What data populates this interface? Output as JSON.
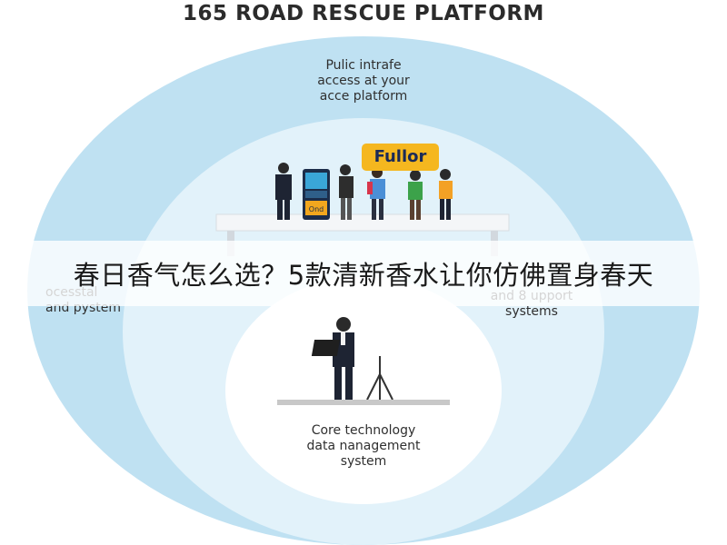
{
  "diagram": {
    "title": "165 ROAD RESCUE PLATFORM",
    "outer_ring_label": "Pulic intrafe\naccess at your\nacce platform",
    "middle_left_label": "ocesstal\nand pystem",
    "middle_right_label": "and 8 upport\nsystems",
    "core_label": "Core technology\ndata nanagement\nsystem",
    "sign_text": "Fullor",
    "screen_text": "Ond",
    "colors": {
      "outer_ring": "#bfe1f2",
      "middle_ring": "#e2f2fa",
      "inner_circle": "#ffffff",
      "sign": "#f5b71f"
    }
  },
  "banner": {
    "text": "春日香气怎么选？5款清新香水让你仿佛置身春天"
  }
}
